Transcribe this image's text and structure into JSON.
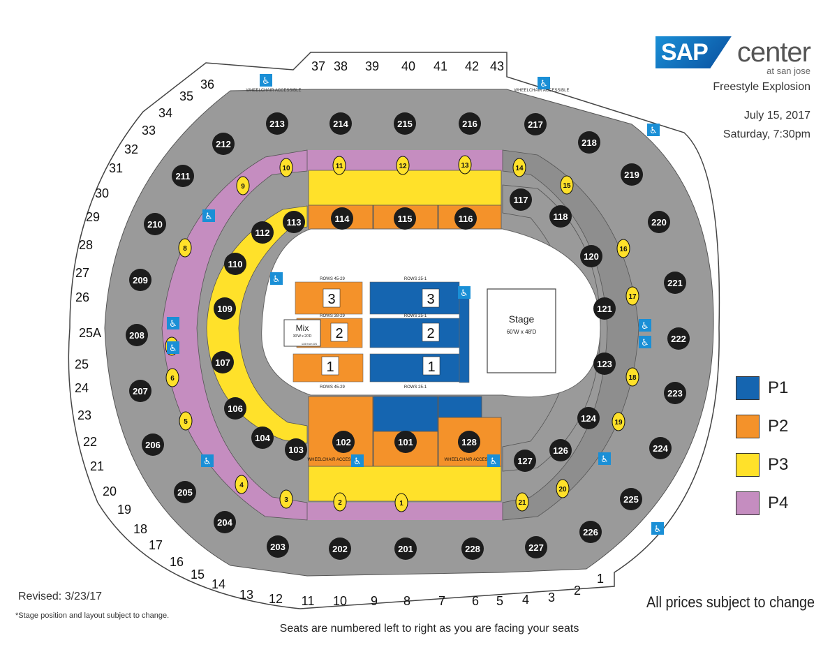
{
  "venue": {
    "brand_mark": "SAP",
    "brand_word": "center",
    "brand_sub": "at san jose"
  },
  "event": {
    "name": "Freestyle Explosion",
    "date": "July 15, 2017",
    "time": "Saturday, 7:30pm"
  },
  "legend": [
    {
      "label": "P1",
      "color": "#1565b0"
    },
    {
      "label": "P2",
      "color": "#f4922a"
    },
    {
      "label": "P3",
      "color": "#ffe12a"
    },
    {
      "label": "P4",
      "color": "#c58dc0"
    }
  ],
  "colors": {
    "gray": "#9a9a9a",
    "gray_dark": "#7b7b7b",
    "label_bg": "#1c1c1c",
    "accessible": "#1a8fd6"
  },
  "revised": "Revised: 3/23/17",
  "footnote": "*Stage position and layout subject to change.",
  "disclaimer": "All prices subject to change",
  "bottom_note": "Seats are numbered left to right as you are facing your seats",
  "stage": {
    "label": "Stage",
    "dims": "60'W x 48'D"
  },
  "mix": {
    "label": "Mix",
    "dims": "30'W x 20'D",
    "note": "115 from DS"
  },
  "floor_rows": {
    "back_left": "ROWS 45-29",
    "back_right": "ROWS 25-1",
    "mid_left": "ROWS 38-29",
    "mid_right": "ROWS 25-1",
    "front_left": "ROWS 45-29",
    "front_right": "ROWS 25-1"
  },
  "floor_numbers": [
    "3",
    "2",
    "1",
    "3",
    "2",
    "1"
  ],
  "wheelchair_text": "WHEELCHAIR ACCESSIBLE",
  "sections_200": [
    "201",
    "202",
    "203",
    "204",
    "205",
    "206",
    "207",
    "208",
    "209",
    "210",
    "211",
    "212",
    "213",
    "214",
    "215",
    "216",
    "217",
    "218",
    "219",
    "220",
    "221",
    "222",
    "223",
    "224",
    "225",
    "226",
    "227",
    "228"
  ],
  "sections_100_gray": [
    "117",
    "118",
    "120",
    "121",
    "123",
    "124",
    "126",
    "127"
  ],
  "sections_100_orange": [
    "114",
    "115",
    "116",
    "102",
    "101",
    "128"
  ],
  "sections_100_yellow": [
    "113",
    "112",
    "110",
    "109",
    "107",
    "106",
    "104",
    "103"
  ],
  "club_numbers": [
    "1",
    "2",
    "3",
    "4",
    "5",
    "6",
    "7",
    "8",
    "9",
    "10",
    "11",
    "12",
    "13",
    "14",
    "15",
    "16",
    "17",
    "18",
    "19",
    "20",
    "21"
  ],
  "suites": [
    "1",
    "2",
    "3",
    "4",
    "5",
    "6",
    "7",
    "8",
    "9",
    "10",
    "11",
    "12",
    "13",
    "14",
    "15",
    "16",
    "17",
    "18",
    "19",
    "20",
    "21",
    "22",
    "23",
    "24",
    "25",
    "25A",
    "26",
    "27",
    "28",
    "29",
    "30",
    "31",
    "32",
    "33",
    "34",
    "35",
    "36",
    "37",
    "38",
    "39",
    "40",
    "41",
    "42",
    "43"
  ]
}
